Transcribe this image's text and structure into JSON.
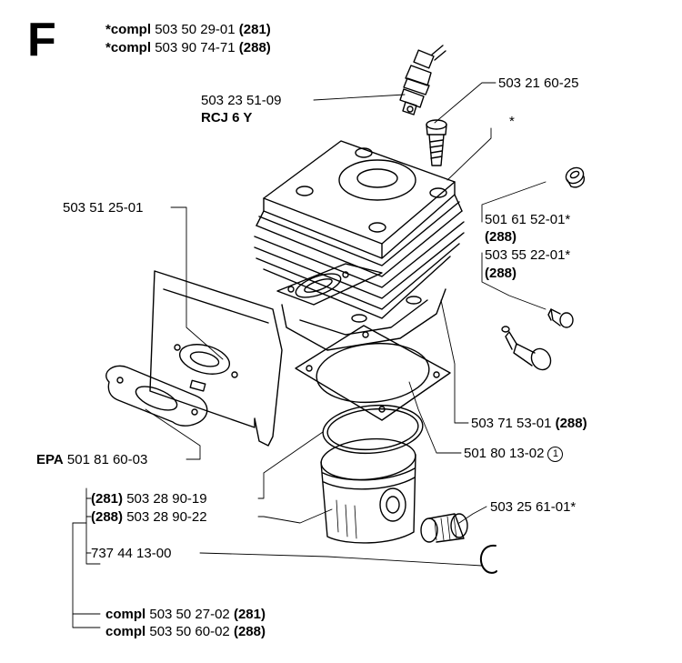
{
  "section_letter": "F",
  "header": [
    {
      "prefix": "*compl",
      "number": "503 50 29-01",
      "model": "(281)"
    },
    {
      "prefix": "*compl",
      "number": "503 90 74-71",
      "model": "(288)"
    }
  ],
  "parts": {
    "spark_plug": {
      "number": "503 23 51-09",
      "type": "RCJ 6 Y"
    },
    "screw": {
      "number": "503 21 60-25"
    },
    "cylinder": {
      "mark": "*"
    },
    "plug": {
      "number": "501 61 52-01*",
      "model": "(288)"
    },
    "valve_screw": {
      "number": "503 55 22-01*",
      "model": "(288)"
    },
    "heat_shield": {
      "number": "503 51 25-01"
    },
    "decompression_valve": {
      "number": "503 71 53-01",
      "model": "(288)"
    },
    "cylinder_gasket": {
      "number": "501 80 13-02",
      "circle": "1"
    },
    "exhaust_gasket": {
      "prefix": "EPA",
      "number": "501 81 60-03"
    },
    "piston_281": {
      "model": "(281)",
      "number": "503 28 90-19"
    },
    "piston_288": {
      "model": "(288)",
      "number": "503 28 90-22"
    },
    "needle_bearing": {
      "number": "503 25 61-01*"
    },
    "circlip": {
      "number": "737 44 13-00"
    },
    "compl_281": {
      "prefix": "compl",
      "number": "503 50 27-02",
      "model": "(281)"
    },
    "compl_288": {
      "prefix": "compl",
      "number": "503 50 60-02",
      "model": "(288)"
    }
  }
}
